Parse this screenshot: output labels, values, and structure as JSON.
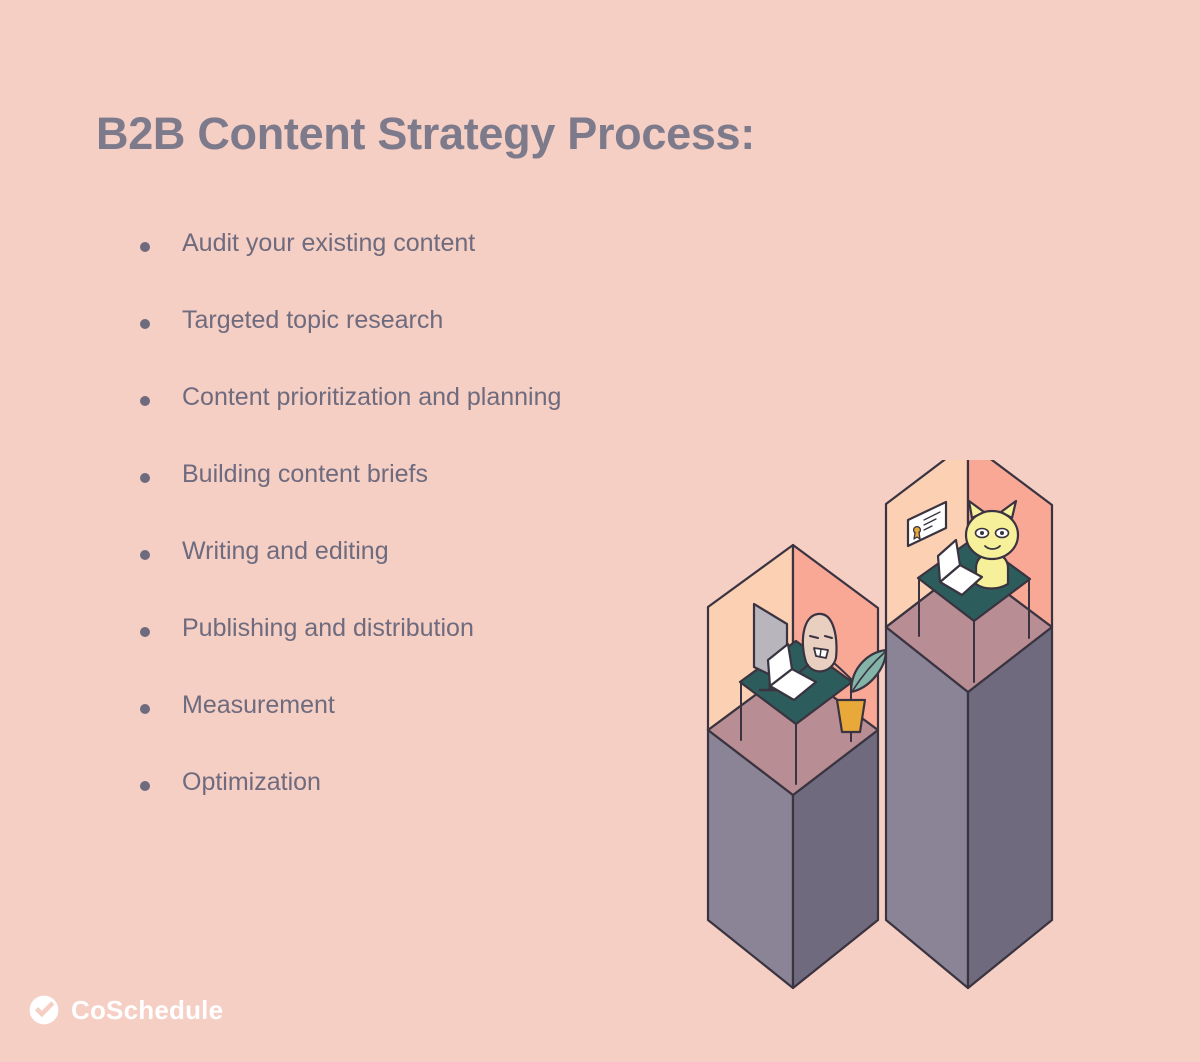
{
  "slide": {
    "background_color": "#f5cec4",
    "title": "B2B Content Strategy Process:",
    "title_color": "#7d7a8c"
  },
  "bullets": {
    "text_color": "#6e6b7e",
    "items": [
      {
        "label": "Audit your existing content"
      },
      {
        "label": "Targeted topic research"
      },
      {
        "label": "Content prioritization and planning"
      },
      {
        "label": "Building content briefs"
      },
      {
        "label": "Writing and editing"
      },
      {
        "label": "Publishing and distribution"
      },
      {
        "label": "Measurement"
      },
      {
        "label": "Optimization"
      }
    ]
  },
  "illustration": {
    "name": "isometric-office-cubicles",
    "description": "Two isometric office cubicles on tall pedestal blocks",
    "colors": {
      "wall_left": "#fbd0b3",
      "wall_right": "#f9a896",
      "floor": "#b98d94",
      "pedestal_left_face": "#8a8496",
      "pedestal_right_face": "#6f6a7e",
      "desk": "#2d5c5c",
      "outline": "#3a3340",
      "plant_leaf": "#84b3a8",
      "plant_pot": "#e8a93a",
      "character_beige": "#e8cfc0",
      "character_yellow": "#f7f09a",
      "monitor_screen": "#b8b5bc",
      "paper": "#ffffff"
    },
    "scenes": [
      {
        "name": "left-cubicle",
        "character": "beige-blob-worker",
        "props": [
          "monitor",
          "laptop",
          "desk",
          "potted-plant"
        ]
      },
      {
        "name": "right-cubicle",
        "character": "yellow-cat-worker",
        "props": [
          "laptop",
          "desk",
          "framed-certificate"
        ]
      }
    ]
  },
  "brand": {
    "name": "CoSchedule",
    "mark": "check-circle-icon",
    "color": "#ffffff"
  }
}
